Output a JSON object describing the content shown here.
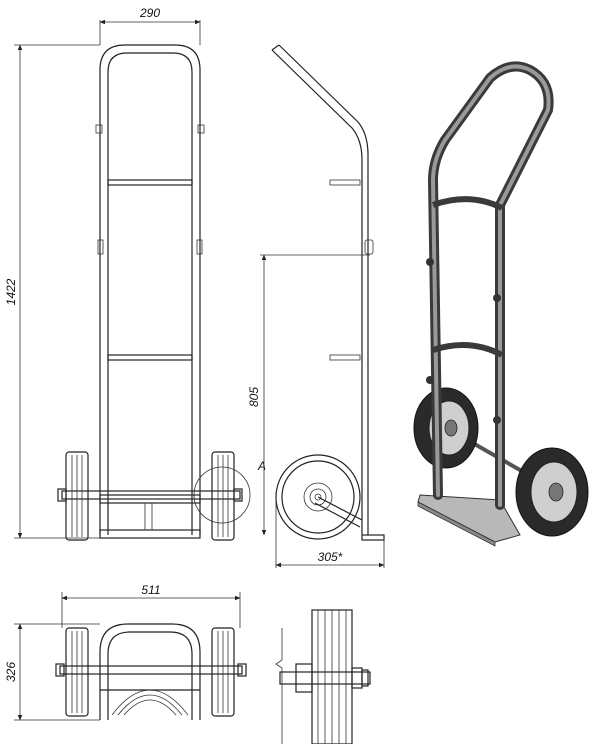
{
  "dimensions": {
    "width_top": "290",
    "height_total": "1422",
    "axle_height": "805",
    "depth": "305*",
    "width_wheels": "511",
    "depth_top_view": "326"
  },
  "detail_label": "A"
}
